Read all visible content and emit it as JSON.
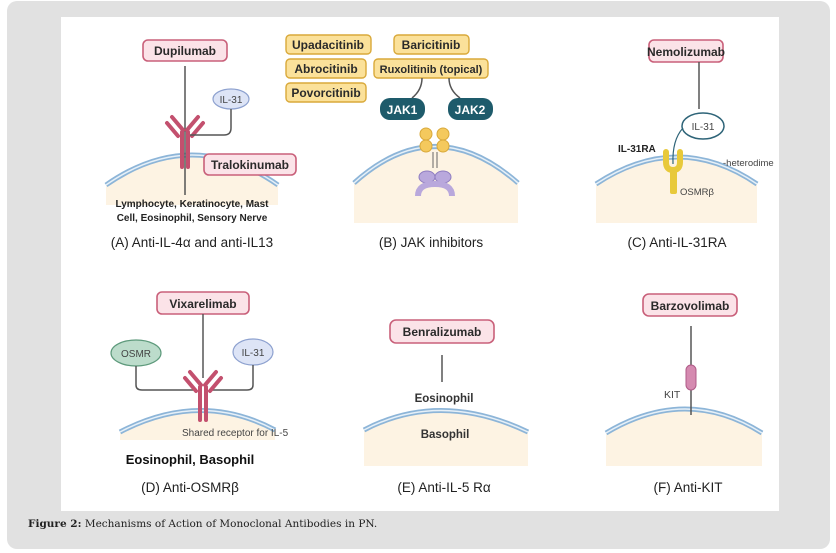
{
  "caption": {
    "label": "Figure 2:",
    "text": " Mechanisms of Action of Monoclonal Antibodies in PN."
  },
  "panels": {
    "A": {
      "title": "(A) Anti-IL-4α and anti-IL13",
      "drugs": [
        "Dupilumab",
        "Tralokinumab"
      ],
      "ligand": "IL-31",
      "cells_line1": "Lymphocyte, Keratinocyte, Mast",
      "cells_line2": "Cell, Eosinophil, Sensory Nerve"
    },
    "B": {
      "title": "(B) JAK inhibitors",
      "drugs": [
        "Upadacitinib",
        "Abrocitinib",
        "Povorcitinib",
        "Baricitinib",
        "Ruxolitinib (topical)"
      ],
      "kinases": [
        "JAK1",
        "JAK2"
      ]
    },
    "C": {
      "title": "(C) Anti-IL-31RA",
      "drug": "Nemolizumab",
      "ligand": "IL-31",
      "receptor": "IL-31RA",
      "coreceptor": "OSMRβ",
      "note": "-heterodime"
    },
    "D": {
      "title": "(D) Anti-OSMRβ",
      "drug": "Vixarelimab",
      "ligands": [
        "OSMR",
        "IL-31"
      ],
      "receptor_note": "Shared receptor for IL-5",
      "cells": "Eosinophil, Basophil"
    },
    "E": {
      "title": "(E) Anti-IL-5 Rα",
      "drug": "Benralizumab",
      "cells": [
        "Eosinophil",
        "Basophil"
      ]
    },
    "F": {
      "title": "(F) Anti-KIT",
      "drug": "Barzovolimab",
      "receptor": "KIT"
    }
  },
  "colors": {
    "drug_pill_fill": "#fbe3e8",
    "drug_pill_border": "#c9607a",
    "jak_pill_fill": "#fbe19a",
    "jak_kinase": "#1e5b6b",
    "antibody": "#c3506e",
    "membrane": "#8db5d8",
    "cytoplasm": "#fdf3e3",
    "il31_fill": "#dde4f6",
    "osmr_fill": "#bcdccb"
  }
}
